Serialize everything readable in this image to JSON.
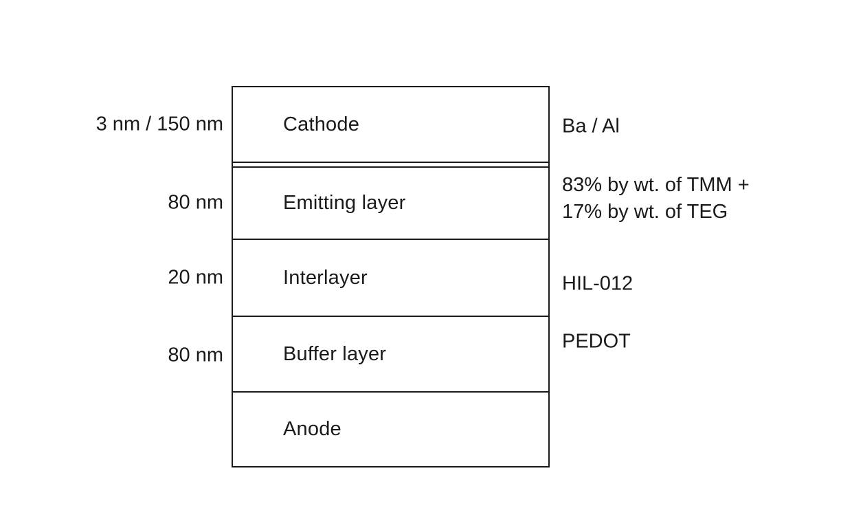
{
  "figure": {
    "background": "#ffffff",
    "line_color": "#1a1a1a",
    "stack": {
      "layers": [
        {
          "name": "Cathode",
          "thickness": "3 nm / 150 nm",
          "material": "Ba / Al"
        },
        {
          "name": "Emitting layer",
          "thickness": "80 nm",
          "material": "83% by wt. of TMM +\n17% by wt. of TEG"
        },
        {
          "name": "Interlayer",
          "thickness": "20 nm",
          "material": "HIL-012"
        },
        {
          "name": "Buffer layer",
          "thickness": "80 nm",
          "material": "PEDOT"
        },
        {
          "name": "Anode",
          "thickness": "",
          "material": ""
        }
      ]
    }
  }
}
